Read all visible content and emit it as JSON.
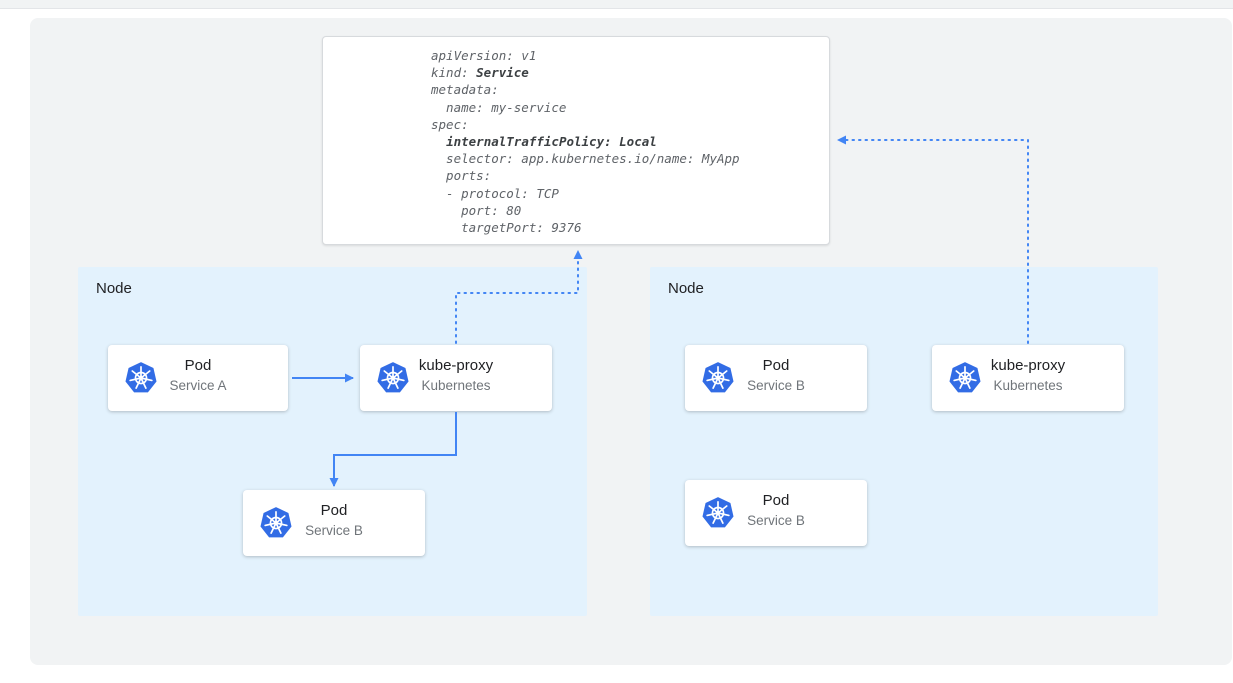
{
  "colors": {
    "accent": "#4285F4",
    "k8s_blue": "#326CE5",
    "node_bg": "#E3F2FD",
    "panel_bg": "#F1F3F4"
  },
  "yaml": {
    "lines": [
      {
        "pre": "apiVersion: v1"
      },
      {
        "pre": "kind: ",
        "bold": "Service"
      },
      {
        "pre": "metadata:"
      },
      {
        "pre": "  name: my-service"
      },
      {
        "pre": "spec:"
      },
      {
        "pre": "  ",
        "bold": "internalTrafficPolicy: Local"
      },
      {
        "pre": "  selector: app.kubernetes.io/name: MyApp"
      },
      {
        "pre": "  ports:"
      },
      {
        "pre": "  - protocol: TCP"
      },
      {
        "pre": "    port: 80"
      },
      {
        "pre": "    targetPort: 9376"
      }
    ]
  },
  "nodes": [
    {
      "label": "Node",
      "cards": [
        {
          "title": "Pod",
          "subtitle": "Service A",
          "icon": "kubernetes-logo"
        },
        {
          "title": "kube-proxy",
          "subtitle": "Kubernetes",
          "icon": "kubernetes-logo"
        },
        {
          "title": "Pod",
          "subtitle": "Service B",
          "icon": "kubernetes-logo"
        }
      ]
    },
    {
      "label": "Node",
      "cards": [
        {
          "title": "Pod",
          "subtitle": "Service B",
          "icon": "kubernetes-logo"
        },
        {
          "title": "kube-proxy",
          "subtitle": "Kubernetes",
          "icon": "kubernetes-logo"
        },
        {
          "title": "Pod",
          "subtitle": "Service B",
          "icon": "kubernetes-logo"
        }
      ]
    }
  ]
}
